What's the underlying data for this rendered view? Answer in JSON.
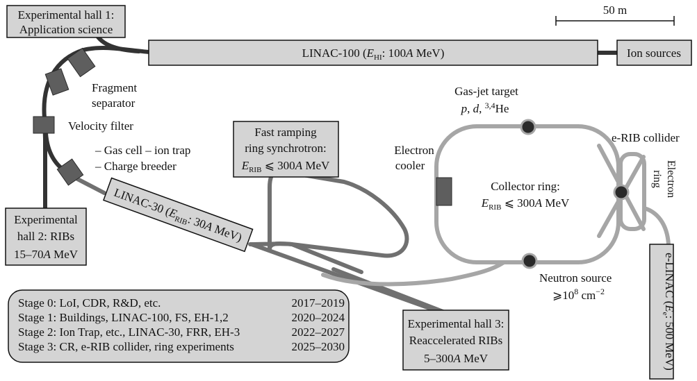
{
  "scale_bar": {
    "label": "50 m"
  },
  "boxes": {
    "hall1": {
      "line1": "Experimental hall 1:",
      "line2": "Application science"
    },
    "linac100": {
      "prefix": "LINAC-100 (",
      "E": "E",
      "sub": "HI",
      "suffix": ": 100",
      "A": "A",
      "unit": " MeV)"
    },
    "ion_sources": {
      "label": "Ion sources"
    },
    "hall2": {
      "line1": "Experimental",
      "line2": "hall 2: RIBs",
      "line3_pre": "15–70",
      "A": "A",
      "line3_post": " MeV"
    },
    "frs": {
      "line1": "Fast ramping",
      "line2": "ring synchrotron:",
      "E": "E",
      "sub": "RIB",
      "rel": " ⩽ 300",
      "A": "A",
      "unit": " MeV"
    },
    "linac30": {
      "prefix": "LINAC-30 (",
      "E": "E",
      "sub": "RIB",
      "suffix": ": 30",
      "A": "A",
      "unit": " MeV)"
    },
    "hall3": {
      "line1": "Experimental hall 3:",
      "line2": "Reaccelerated RIBs",
      "line3_pre": "5–300",
      "A": "A",
      "line3_post": " MeV"
    },
    "elinac": {
      "prefix": "e-LINAC (",
      "E": "E",
      "sub": "e",
      "suffix": ": 500 MeV)"
    }
  },
  "labels": {
    "fragment_separator": {
      "line1": "Fragment",
      "line2": "separator"
    },
    "velocity_filter": "Velocity filter",
    "gas_cell": "– Gas cell – ion trap",
    "charge_breeder": "– Charge breeder",
    "gas_jet": {
      "line1": "Gas-jet target",
      "p": "p",
      "sep1": ", ",
      "d": "d",
      "sep2": ", ",
      "sup": "3,4",
      "he": "He"
    },
    "erib_collider": "e-RIB collider",
    "electron_cooler": {
      "line1": "Electron",
      "line2": "cooler"
    },
    "collector_ring": {
      "line1": "Collector ring:",
      "E": "E",
      "sub": "RIB",
      "rel": " ⩽ 300",
      "A": "A",
      "unit": " MeV"
    },
    "electron_ring": {
      "line1": "Electron",
      "line2": "ring"
    },
    "neutron_source": {
      "line1": "Neutron source",
      "line2_pre": "⩾10",
      "sup1": "8",
      "line2_mid": " cm",
      "sup2": "−2"
    }
  },
  "stages": [
    {
      "text": "Stage 0: LoI, CDR, R&D, etc.",
      "years": "2017–2019"
    },
    {
      "text": "Stage 1: Buildings, LINAC-100, FS, EH-1,2",
      "years": "2020–2024"
    },
    {
      "text": "Stage 2: Ion Trap, etc., LINAC-30, FRR, EH-3",
      "years": "2022–2027"
    },
    {
      "text": "Stage 3: CR, e-RIB collider, ring experiments",
      "years": "2025–2030"
    }
  ],
  "colors": {
    "beamline_dark": "#333333",
    "beamline_mid": "#707070",
    "ring_light": "#a6a6a6",
    "box_fill": "#d4d4d4",
    "magnet": "#5e5e5e",
    "target": "#2a2a2a"
  }
}
